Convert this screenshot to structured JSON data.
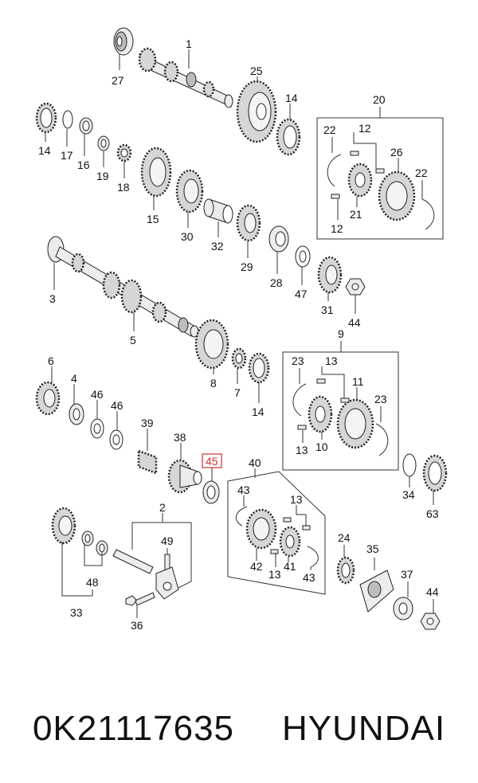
{
  "footer": {
    "part_number": "0K21117635",
    "brand": "HYUNDAI"
  },
  "highlight_color": "#d03030",
  "callouts": {
    "c1": "1",
    "c27": "27",
    "c25": "25",
    "c14a": "14",
    "c20": "20",
    "c14b": "14",
    "c17": "17",
    "c16": "16",
    "c19": "19",
    "c18": "18",
    "c15": "15",
    "c30": "30",
    "c32": "32",
    "c29": "29",
    "c28": "28",
    "c22a": "22",
    "c12a": "12",
    "c26": "26",
    "c22b": "22",
    "c21": "21",
    "c12b": "12",
    "c3": "3",
    "c5": "5",
    "c47": "47",
    "c31": "31",
    "c44a": "44",
    "c8": "8",
    "c7": "7",
    "c14c": "14",
    "c9": "9",
    "c23a": "23",
    "c13a": "13",
    "c11": "11",
    "c23b": "23",
    "c10": "10",
    "c13b": "13",
    "c6": "6",
    "c4": "4",
    "c46a": "46",
    "c46b": "46",
    "c39": "39",
    "c38": "38",
    "c45": "45",
    "c40": "40",
    "c43a": "43",
    "c13c": "13",
    "c42": "42",
    "c13d": "13",
    "c41": "41",
    "c43b": "43",
    "c34": "34",
    "c63": "63",
    "c2": "2",
    "c49": "49",
    "c48": "48",
    "c33": "33",
    "c36": "36",
    "c24": "24",
    "c35": "35",
    "c37": "37",
    "c44b": "44"
  }
}
